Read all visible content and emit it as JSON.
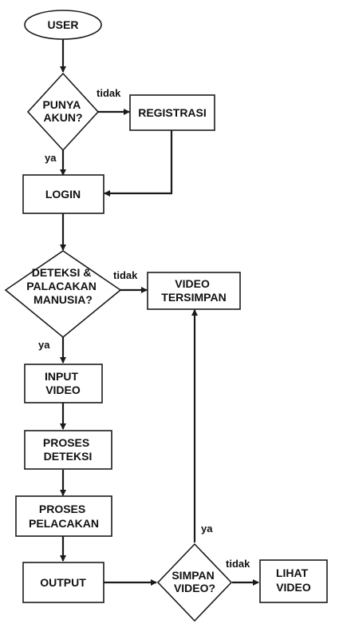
{
  "nodes": {
    "user": {
      "lines": [
        "USER"
      ]
    },
    "punya_akun": {
      "lines": [
        "PUNYA",
        "AKUN?"
      ]
    },
    "registrasi": {
      "lines": [
        "REGISTRASI"
      ]
    },
    "login": {
      "lines": [
        "LOGIN"
      ]
    },
    "deteksi": {
      "lines": [
        "DETEKSI &",
        "PALACAKAN",
        "MANUSIA?"
      ]
    },
    "video_tersimpan": {
      "lines": [
        "VIDEO",
        "TERSIMPAN"
      ]
    },
    "input_video": {
      "lines": [
        "INPUT",
        "VIDEO"
      ]
    },
    "proses_deteksi": {
      "lines": [
        "PROSES",
        "DETEKSI"
      ]
    },
    "proses_pelacakan": {
      "lines": [
        "PROSES",
        "PELACAKAN"
      ]
    },
    "output": {
      "lines": [
        "OUTPUT"
      ]
    },
    "simpan_video": {
      "lines": [
        "SIMPAN",
        "VIDEO?"
      ]
    },
    "lihat_video": {
      "lines": [
        "LIHAT",
        "VIDEO"
      ]
    }
  },
  "edge_labels": {
    "akun_tidak": "tidak",
    "akun_ya": "ya",
    "deteksi_tidak": "tidak",
    "deteksi_ya": "ya",
    "simpan_ya": "ya",
    "simpan_tidak": "tidak"
  }
}
